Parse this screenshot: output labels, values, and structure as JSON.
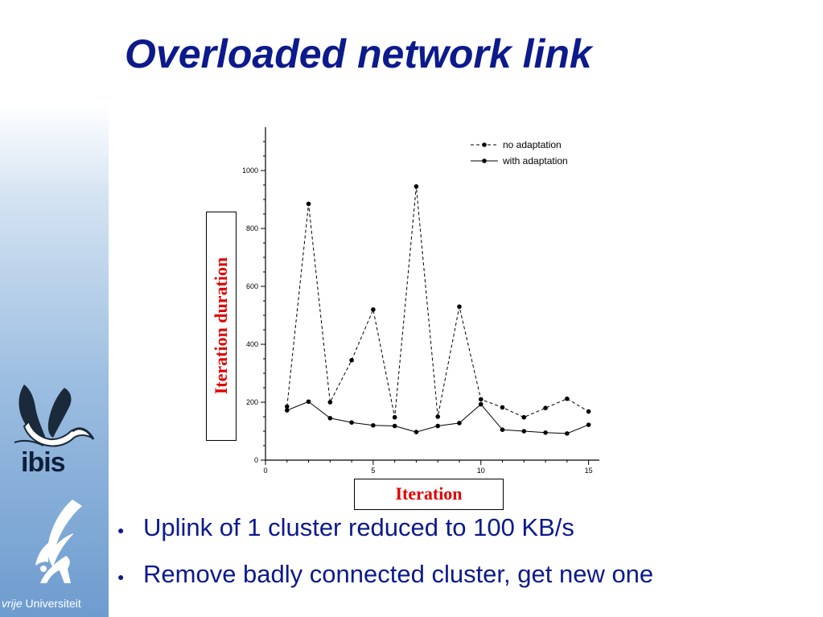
{
  "slide": {
    "title": "Overloaded network link",
    "bullets": [
      "Uplink of 1 cluster reduced to 100 KB/s",
      "Remove badly connected cluster, get new one"
    ],
    "bullet_glyph": "●"
  },
  "logos": {
    "ibis_text": "ibis",
    "ibis_icon": "ibis-bird-icon",
    "vu_prefix": "vrije",
    "vu_suffix": " Universiteit",
    "vu_icon": "griffin-icon"
  },
  "colors": {
    "title": "#0c1a8c",
    "axis_labels": "#e00000",
    "sidebar_bottom": "#6e9ccf"
  },
  "chart_data": {
    "type": "line",
    "x": [
      1,
      2,
      3,
      4,
      5,
      6,
      7,
      8,
      9,
      10,
      11,
      12,
      13,
      14,
      15
    ],
    "xlabel": "Iteration",
    "ylabel": "Iteration duration",
    "xlim": [
      0,
      15.5
    ],
    "ylim": [
      0,
      1150
    ],
    "xticks": [
      0,
      5,
      10,
      15
    ],
    "yticks": [
      0,
      200,
      400,
      600,
      800,
      1000
    ],
    "legend_position": "top-right",
    "grid": false,
    "series": [
      {
        "name": "no adaptation",
        "style": "dashed",
        "values": [
          185,
          885,
          200,
          345,
          520,
          148,
          945,
          150,
          530,
          210,
          182,
          148,
          180,
          212,
          168
        ]
      },
      {
        "name": "with adaptation",
        "style": "solid",
        "values": [
          172,
          202,
          145,
          130,
          120,
          118,
          97,
          118,
          128,
          193,
          105,
          100,
          95,
          92,
          122
        ]
      }
    ]
  }
}
